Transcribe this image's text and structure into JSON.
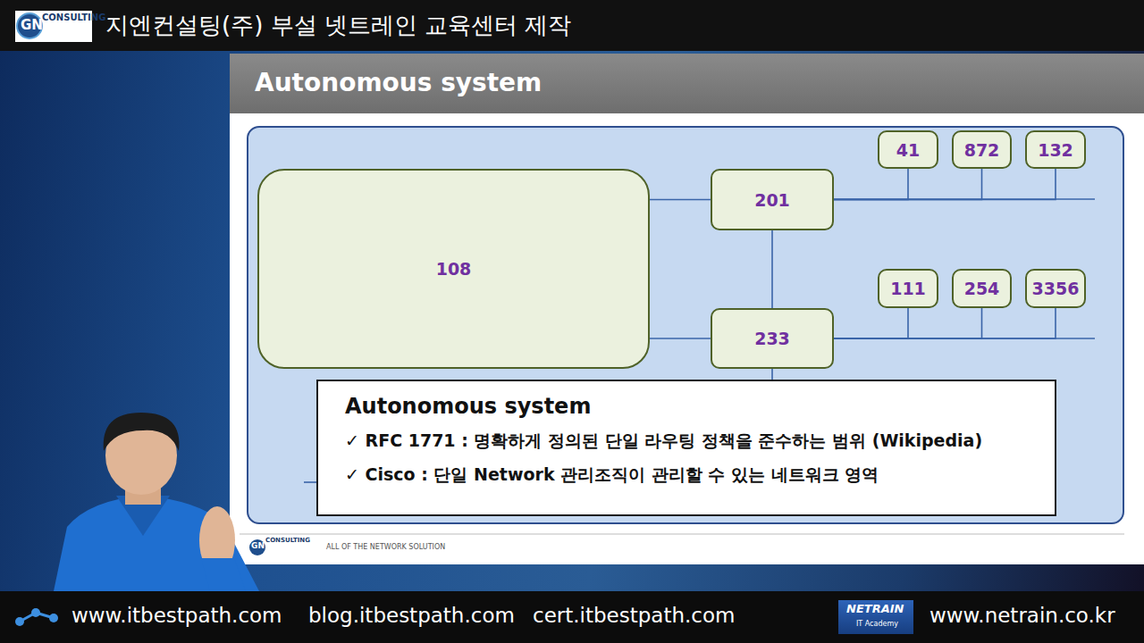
{
  "diagram": {
    "title": "Autonomous system",
    "nodes": [
      {
        "text": [
          "108"
        ]
      },
      {
        "text": [
          "201"
        ]
      },
      {
        "text": [
          "41"
        ]
      },
      {
        "text": [
          "872"
        ]
      },
      {
        "text": [
          "132"
        ]
      },
      {
        "text": [
          "233"
        ]
      },
      {
        "text": [
          "111"
        ]
      },
      {
        "text": [
          "254"
        ]
      },
      {
        "text": [
          "3356"
        ]
      },
      {
        "text": [
          "Autonomous system",
          "✓ RFC 1771 : 명확하게 정의된 단일 라우팅 정책을 준수하는 범위 (Wikipedia)",
          "✓ Cisco : 단일 Network 관리조직이 관리할 수 있는 네트워크 영역"
        ]
      }
    ],
    "edges": [
      {
        "from": 0,
        "to": 1,
        "arrow": "none"
      },
      {
        "from": 0,
        "to": 5,
        "arrow": "none"
      },
      {
        "from": 1,
        "to": 5,
        "arrow": "none"
      },
      {
        "from": 1,
        "to": 2,
        "arrow": "none"
      },
      {
        "from": 1,
        "to": 3,
        "arrow": "none"
      },
      {
        "from": 1,
        "to": 4,
        "arrow": "none"
      },
      {
        "from": 5,
        "to": 6,
        "arrow": "none"
      },
      {
        "from": 5,
        "to": 7,
        "arrow": "none"
      },
      {
        "from": 5,
        "to": 8,
        "arrow": "none"
      }
    ],
    "labels": [
      "지엔컨설팅(주) 부설 넷트레인 교육센터 제작",
      "GN",
      "CONSULTING",
      "GN",
      "CONSULTING",
      "ALL OF THE NETWORK SOLUTION",
      "www.itbestpath.com",
      "blog.itbestpath.com",
      "cert.itbestpath.com",
      "NETRAIN",
      "IT Academy",
      "www.netrain.co.kr"
    ]
  }
}
